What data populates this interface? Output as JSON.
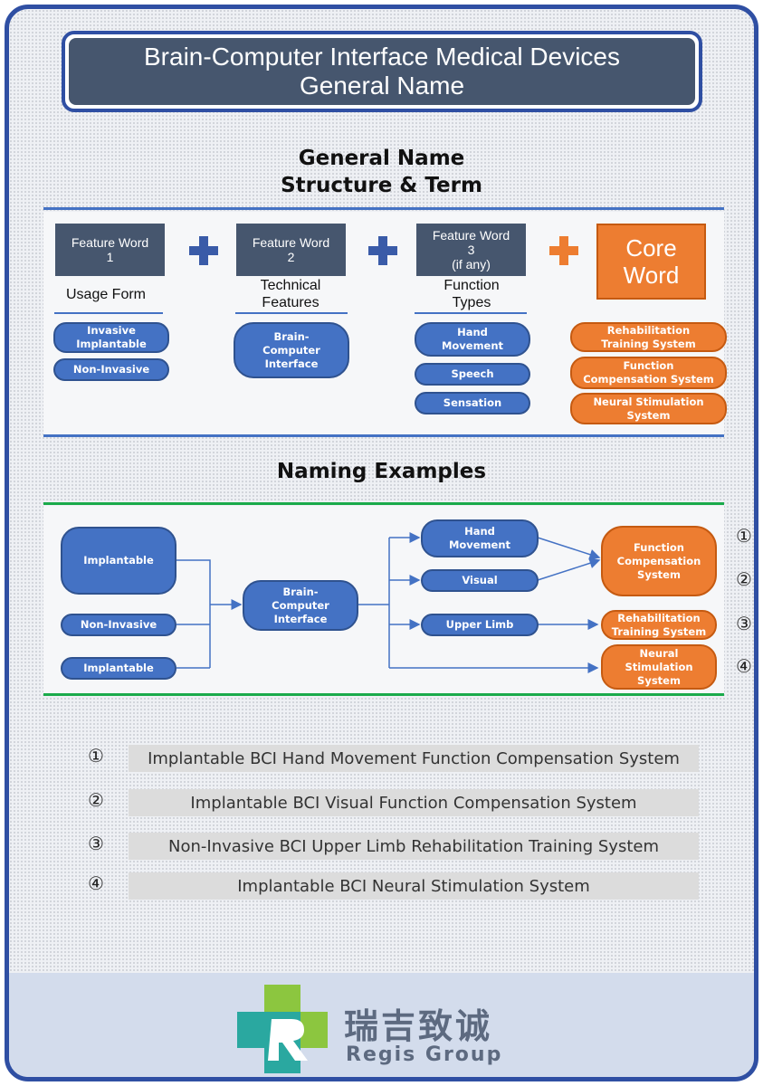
{
  "title": {
    "line1": "Brain-Computer Interface Medical Devices",
    "line2": "General Name"
  },
  "structure": {
    "heading_line1": "General Name",
    "heading_line2": "Structure  & Term",
    "feature1": {
      "line1": "Feature Word",
      "line2": "1",
      "category": "Usage Form",
      "options": [
        [
          "Invasive",
          "Implantable"
        ],
        [
          "Non-Invasive"
        ]
      ]
    },
    "feature2": {
      "line1": "Feature Word",
      "line2": "2",
      "category_line1": "Technical",
      "category_line2": "Features",
      "options": [
        [
          "Brain-",
          "Computer",
          "Interface"
        ]
      ]
    },
    "feature3": {
      "line1": "Feature Word",
      "line2": "3",
      "line3": "(if any)",
      "category_line1": "Function",
      "category_line2": "Types",
      "options": [
        [
          "Hand",
          "Movement"
        ],
        [
          "Speech"
        ],
        [
          "Sensation"
        ]
      ]
    },
    "core": {
      "line1": "Core",
      "line2": "Word",
      "options": [
        [
          "Rehabilitation",
          "Training System"
        ],
        [
          "Function",
          "Compensation System"
        ],
        [
          "Neural Stimulation",
          "System"
        ]
      ]
    }
  },
  "examples_section": {
    "heading": "Naming Examples",
    "nodes": {
      "implantable_a": "Implantable",
      "non_invasive": "Non-Invasive",
      "implantable_b": "Implantable",
      "bci": [
        "Brain-",
        "Computer",
        "Interface"
      ],
      "hand_movement": [
        "Hand",
        "Movement"
      ],
      "visual": "Visual",
      "upper_limb": "Upper Limb",
      "function_comp": [
        "Function",
        "Compensation",
        "System"
      ],
      "rehab": [
        "Rehabilitation",
        "Training System"
      ],
      "neural": [
        "Neural",
        "Stimulation",
        "System"
      ]
    },
    "markers": [
      "①",
      "②",
      "③",
      "④"
    ]
  },
  "examples_list": [
    {
      "num": "①",
      "text": "Implantable BCI Hand Movement Function Compensation System"
    },
    {
      "num": "②",
      "text": "Implantable BCI Visual Function Compensation System"
    },
    {
      "num": "③",
      "text": "Non-Invasive BCI Upper Limb Rehabilitation Training System"
    },
    {
      "num": "④",
      "text": "Implantable BCI Neural Stimulation System"
    }
  ],
  "brand": {
    "cn": "瑞吉致诚",
    "en": "Regis Group"
  },
  "colors": {
    "navy": "#46566e",
    "blue": "#4472c4",
    "orange": "#ed7d31",
    "frame": "#2f4fa3",
    "green": "#1aaa4b"
  }
}
